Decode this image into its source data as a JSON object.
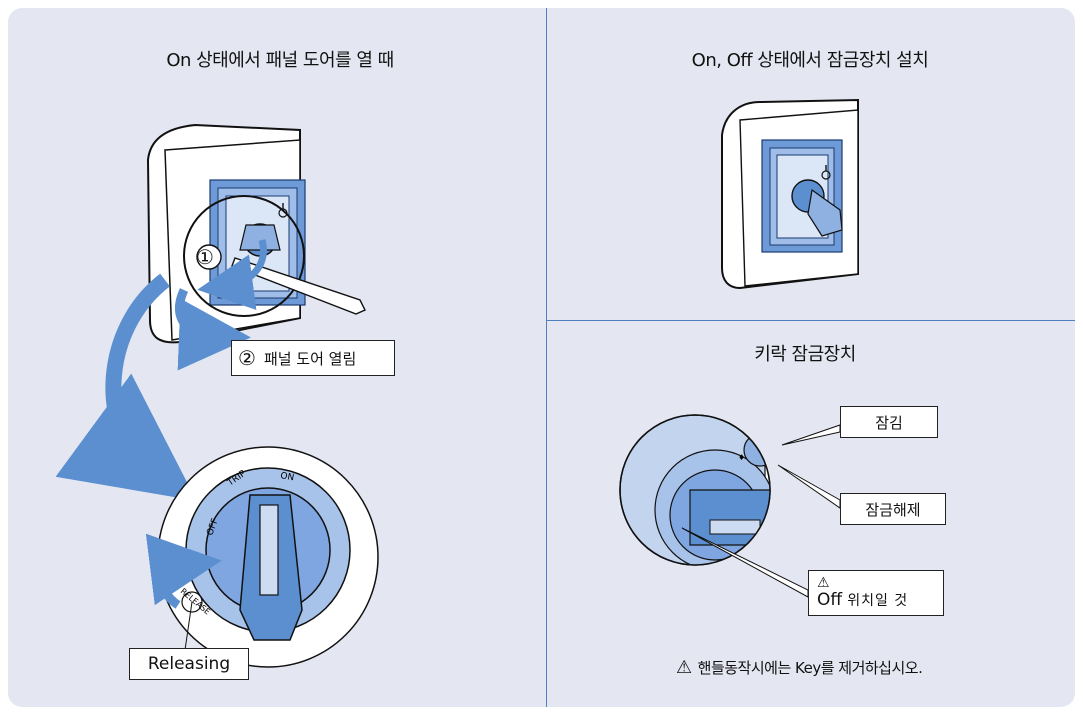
{
  "left_panel": {
    "title": "On 상태에서 패널 도어를 열 때",
    "step1_number": "①",
    "step2_number": "②",
    "step2_label": "패널 도어 열림",
    "releasing_label": "Releasing",
    "dial_marks": [
      "OFF",
      "TRIP",
      "ON",
      "RELEASE"
    ]
  },
  "right_top_panel": {
    "title": "On, Off 상태에서 잠금장치 설치"
  },
  "right_bottom_panel": {
    "title": "키락 잠금장치",
    "locked_label": "잠김",
    "unlocked_label": "잠금해제",
    "warning_symbol": "⚠",
    "off_position_word": "Off",
    "off_position_rest": "위치일 것",
    "note_symbol": "⚠",
    "note_text": "핸들동작시에는 Key를 제거하십시오."
  },
  "colors": {
    "panel_bg": "#e4e7f1",
    "divider": "#4f7fbf",
    "accent_blue": "#5b8fd0"
  }
}
